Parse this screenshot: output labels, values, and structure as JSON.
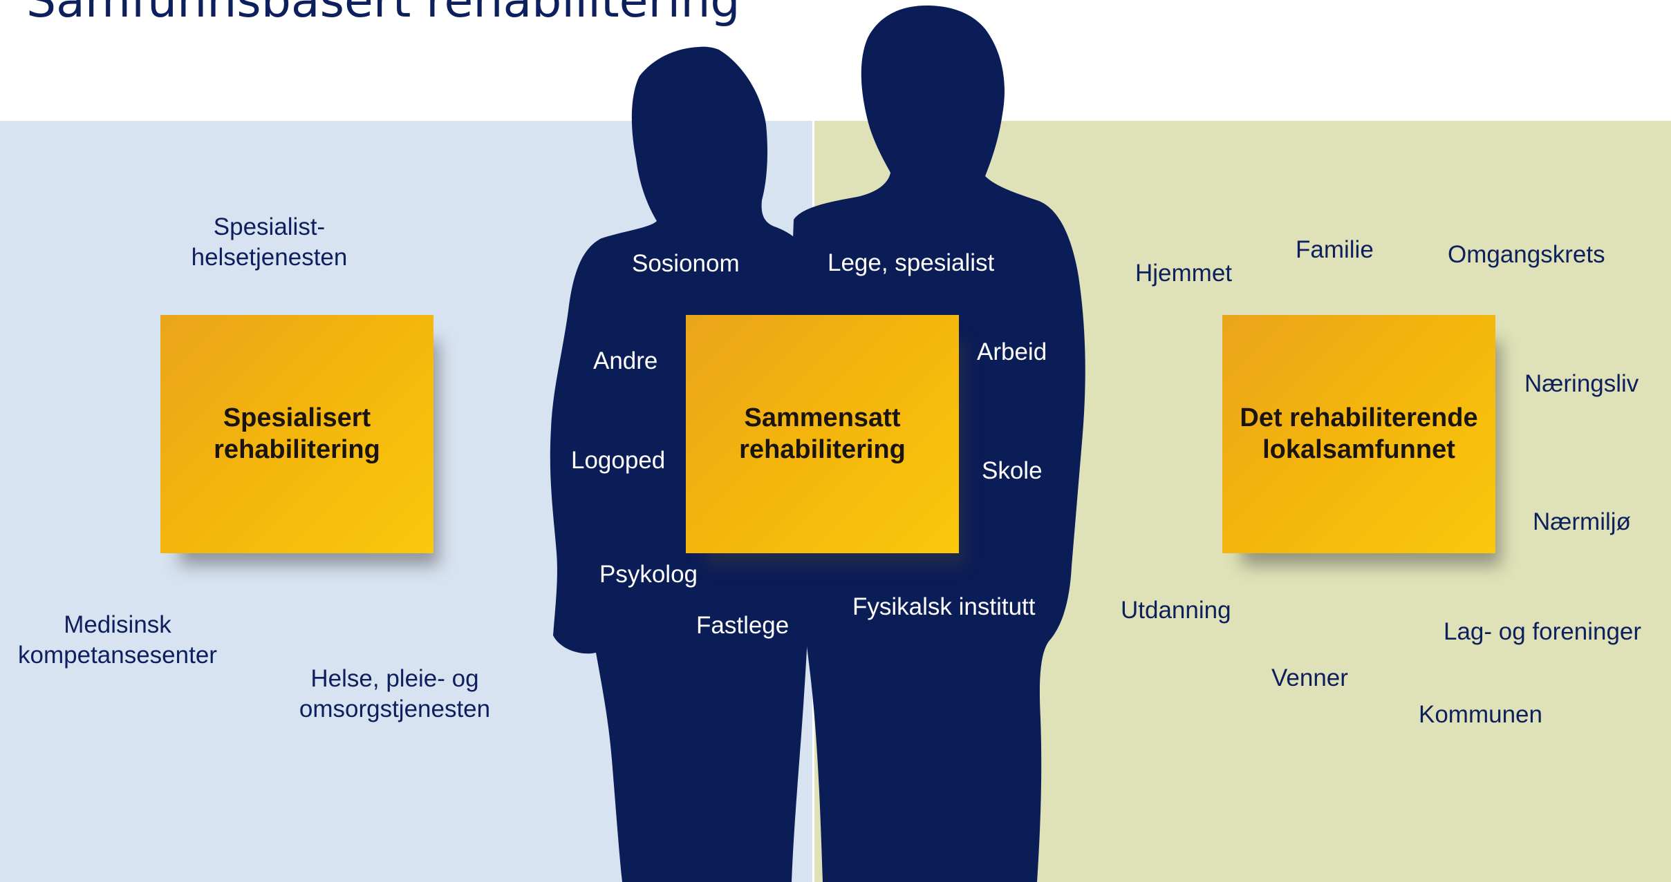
{
  "title": "Samfunnsbasert rehabilitering",
  "colors": {
    "title": "#0d1f5c",
    "left_panel": "#d8e3f1",
    "right_panel": "#dfe2b8",
    "silhouette": "#0b1d57",
    "note": "#f3b40d",
    "label_dark": "#0d1f5c",
    "label_light": "#ffffff"
  },
  "notes": {
    "left": "Spesialisert\nrehabilitering",
    "center": "Sammensatt\nrehabilitering",
    "right": "Det rehabiliterende\nlokalsamfunnet"
  },
  "left_labels": {
    "spesialist": "Spesialist-\nhelsetjenesten",
    "medisinsk": "Medisinsk\nkompetansesenter",
    "helse": "Helse, pleie- og\nomsorgstjenesten"
  },
  "center_labels": {
    "sosionom": "Sosionom",
    "lege": "Lege, spesialist",
    "andre": "Andre",
    "arbeid": "Arbeid",
    "logoped": "Logoped",
    "skole": "Skole",
    "psykolog": "Psykolog",
    "fastlege": "Fastlege",
    "fysikalsk": "Fysikalsk institutt"
  },
  "right_labels": {
    "hjemmet": "Hjemmet",
    "familie": "Familie",
    "omgangskrets": "Omgangskrets",
    "naeringsliv": "Næringsliv",
    "naermiljo": "Nærmiljø",
    "utdanning": "Utdanning",
    "lag": "Lag- og foreninger",
    "venner": "Venner",
    "kommunen": "Kommunen"
  }
}
